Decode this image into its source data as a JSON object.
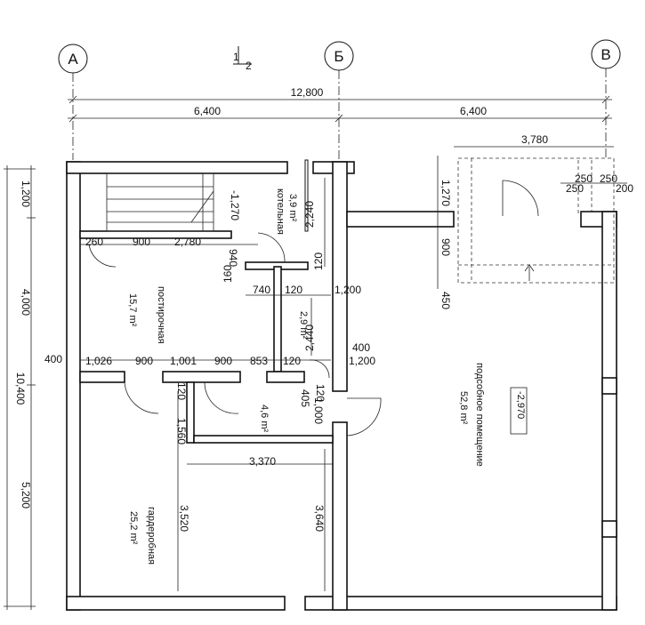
{
  "axes": {
    "a": "А",
    "b": "Б",
    "c": "В"
  },
  "section_mark": "1",
  "section_index": "2",
  "top_dims": {
    "total": "12,800",
    "left": "6,400",
    "right": "6,400",
    "porch_width": "3,780",
    "d250a": "250",
    "d250b": "250",
    "d250c": "250",
    "d200": "200"
  },
  "left_dims": {
    "total": "10,400",
    "d1200": "1,200",
    "d4000": "4,000",
    "d5200": "5,200",
    "d400": "400"
  },
  "inner_dims": {
    "d260": "260",
    "d900a": "900",
    "d2780": "2,780",
    "d940": "940",
    "d160": "160",
    "d740": "740",
    "d120a": "120",
    "d1200a": "1,200",
    "d2240": "2,240",
    "d120b": "120",
    "d2440": "2,440",
    "d1026": "1,026",
    "d900b": "900",
    "d1001": "1,001",
    "d900c": "900",
    "d853": "853",
    "d120c": "120",
    "d400b": "400",
    "d1200b": "1,200",
    "d120d": "120",
    "d405": "405",
    "d120e": "120",
    "d1560": "1,560",
    "d1000": "1,000",
    "d3370": "3,370",
    "d3520": "3,520",
    "d3640": "3,640",
    "porch_1270": "1,270",
    "porch_900": "900",
    "porch_450": "450",
    "stair_level": "-1,270"
  },
  "rooms": {
    "boiler": {
      "name": "котельная",
      "area": "3,9 m²"
    },
    "laundry": {
      "name": "постирочная",
      "area": "15,7 m²"
    },
    "corridor": {
      "area": "2,9 m²"
    },
    "small": {
      "area": "4,6 m²"
    },
    "wardrobe": {
      "name": "гардеробная",
      "area": "25,2 m²"
    },
    "utility": {
      "name": "подсобное помещение",
      "area": "52,8 m²",
      "level": "-2,970"
    }
  }
}
